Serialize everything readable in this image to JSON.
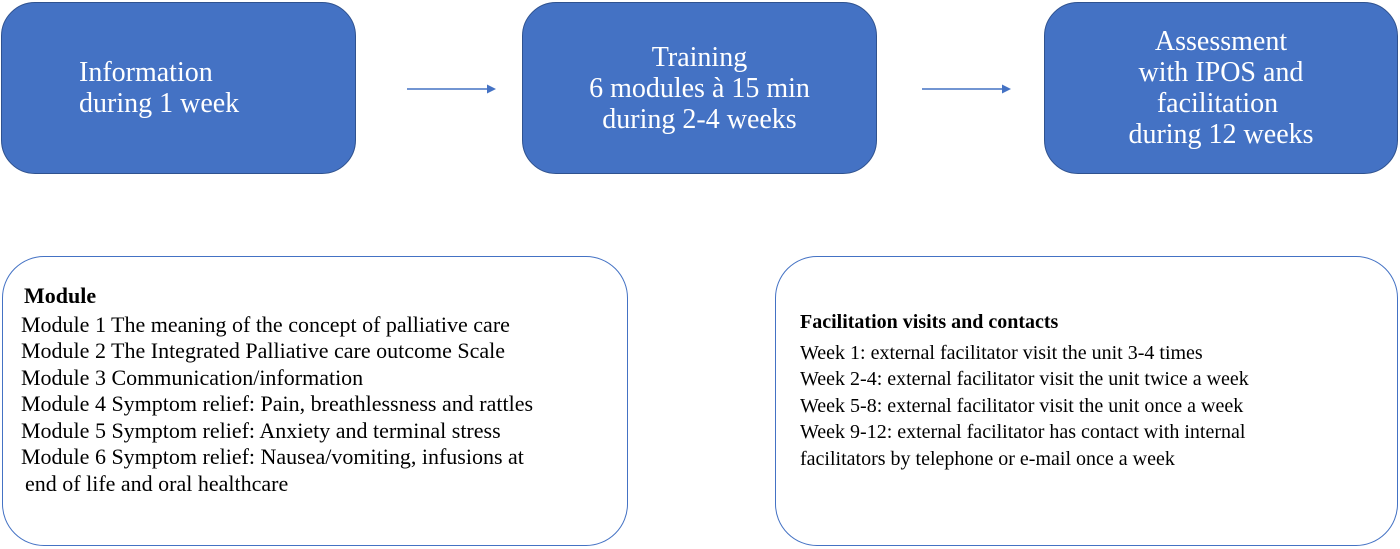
{
  "colors": {
    "step_fill": "#4472C4",
    "step_border": "#2F528F",
    "panel_border": "#4472C4",
    "arrow": "#4472C4"
  },
  "steps": [
    {
      "text": "Information\nduring 1 week"
    },
    {
      "text": "Training\n6 modules à 15 min\nduring 2-4 weeks"
    },
    {
      "text": "Assessment\nwith IPOS and\nfacilitation \nduring 12 weeks"
    }
  ],
  "modules": {
    "heading": "Module",
    "items": [
      "Module 1 The meaning of the concept of palliative care",
      "Module 2 The Integrated Palliative care outcome Scale",
      "Module 3 Communication/information",
      "Module 4 Symptom relief: Pain, breathlessness and rattles",
      "Module 5 Symptom relief: Anxiety and terminal stress",
      "Module 6 Symptom relief: Nausea/vomiting, infusions at"
    ],
    "continuation": "end of life and oral healthcare"
  },
  "facilitation": {
    "heading": "Facilitation visits and contacts",
    "items": [
      "Week 1: external facilitator visit the unit 3-4 times",
      "Week 2-4: external facilitator visit the unit twice a week",
      "Week 5-8: external facilitator visit the unit once a week",
      "Week 9-12: external facilitator has contact with internal",
      "facilitators by telephone or e-mail once a week"
    ]
  }
}
